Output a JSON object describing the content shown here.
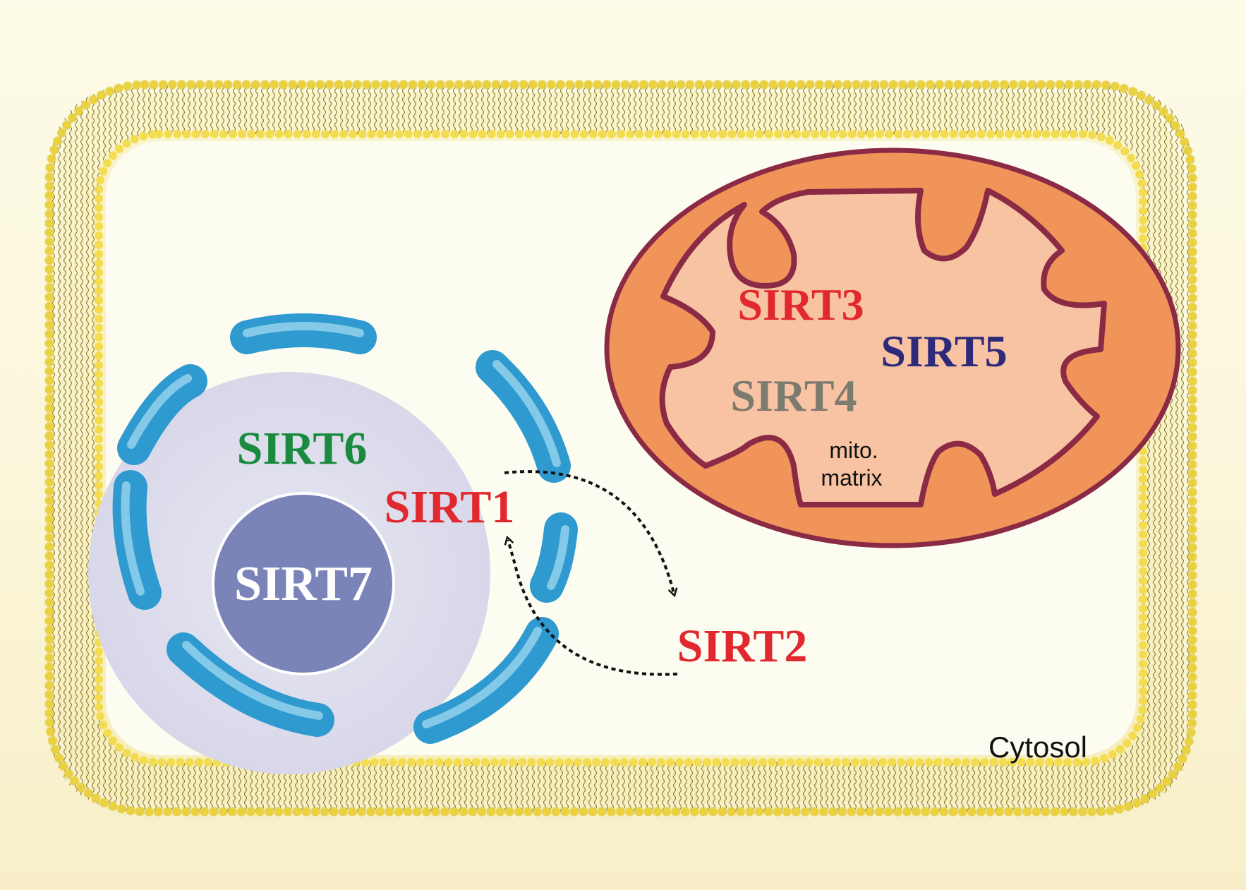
{
  "labels": {
    "sirt1": "SIRT1",
    "sirt2": "SIRT2",
    "sirt3": "SIRT3",
    "sirt4": "SIRT4",
    "sirt5": "SIRT5",
    "sirt6": "SIRT6",
    "sirt7": "SIRT7",
    "mito_line1": "mito.",
    "mito_line2": "matrix",
    "cytosol": "Cytosol"
  },
  "colors": {
    "sirt1": "#e0282e",
    "sirt2": "#e0282e",
    "sirt3": "#e0282e",
    "sirt4": "#7d7a70",
    "sirt5": "#2e2a7a",
    "sirt6": "#1a8a3e",
    "sirt7": "#ffffff",
    "membrane_head": "#f3dc4f",
    "membrane_tail": "#8a7a2a",
    "nucleus_fill": "#e0e0ee",
    "nuclear_envelope": "#2f9ad0",
    "nucleolus": "#7a84b8",
    "mito_outer": "#f0945a",
    "mito_border": "#8a2a45",
    "mito_matrix": "#f8c3a2"
  },
  "icons": {
    "cell_membrane": "lipid-bilayer",
    "nucleus": "nucleus",
    "mitochondrion": "mitochondrion",
    "shuttle_arrow": "dotted-double-arrow"
  }
}
